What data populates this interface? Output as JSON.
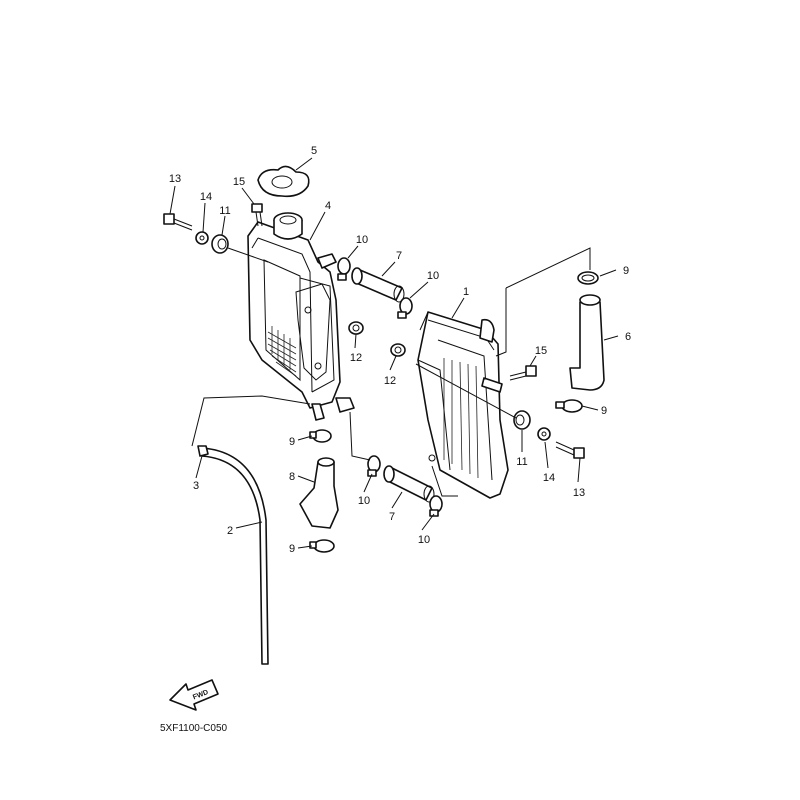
{
  "diagram": {
    "labels": {
      "p1": "1",
      "p2": "2",
      "p3": "3",
      "p4": "4",
      "p5": "5",
      "p6": "6",
      "p7a": "7",
      "p7b": "7",
      "p8": "8",
      "p9a": "9",
      "p9b": "9",
      "p9c": "9",
      "p9d": "9",
      "p10a": "10",
      "p10b": "10",
      "p10c": "10",
      "p10d": "10",
      "p11a": "11",
      "p11b": "11",
      "p12a": "12",
      "p12b": "12",
      "p13a": "13",
      "p13b": "13",
      "p14a": "14",
      "p14b": "14",
      "p15a": "15",
      "p15b": "15"
    },
    "fwd_label": "FWD",
    "diagram_code": "5XF1100-C050"
  }
}
